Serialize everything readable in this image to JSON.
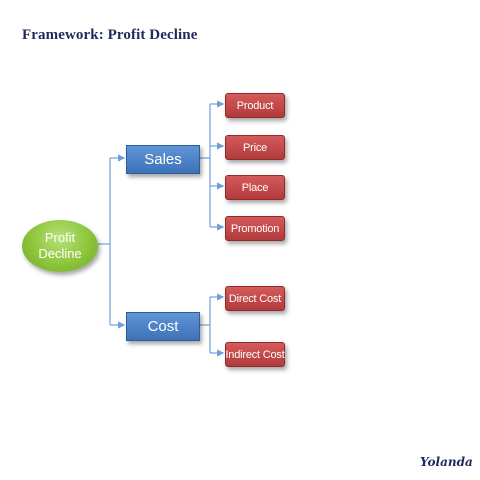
{
  "title": "Framework: Profit Decline",
  "root": {
    "label": "Profit Decline"
  },
  "branches": [
    {
      "label": "Sales",
      "children": [
        "Product",
        "Price",
        "Place",
        "Promotion"
      ]
    },
    {
      "label": "Cost",
      "children": [
        "Direct Cost",
        "Indirect Cost"
      ]
    }
  ],
  "brand": "Yolanda",
  "colors": {
    "title": "#1f2a5c",
    "root": "#8cc53a",
    "level1": "#4a80c4",
    "level2": "#c04848",
    "connector": "#6f9fd8"
  }
}
